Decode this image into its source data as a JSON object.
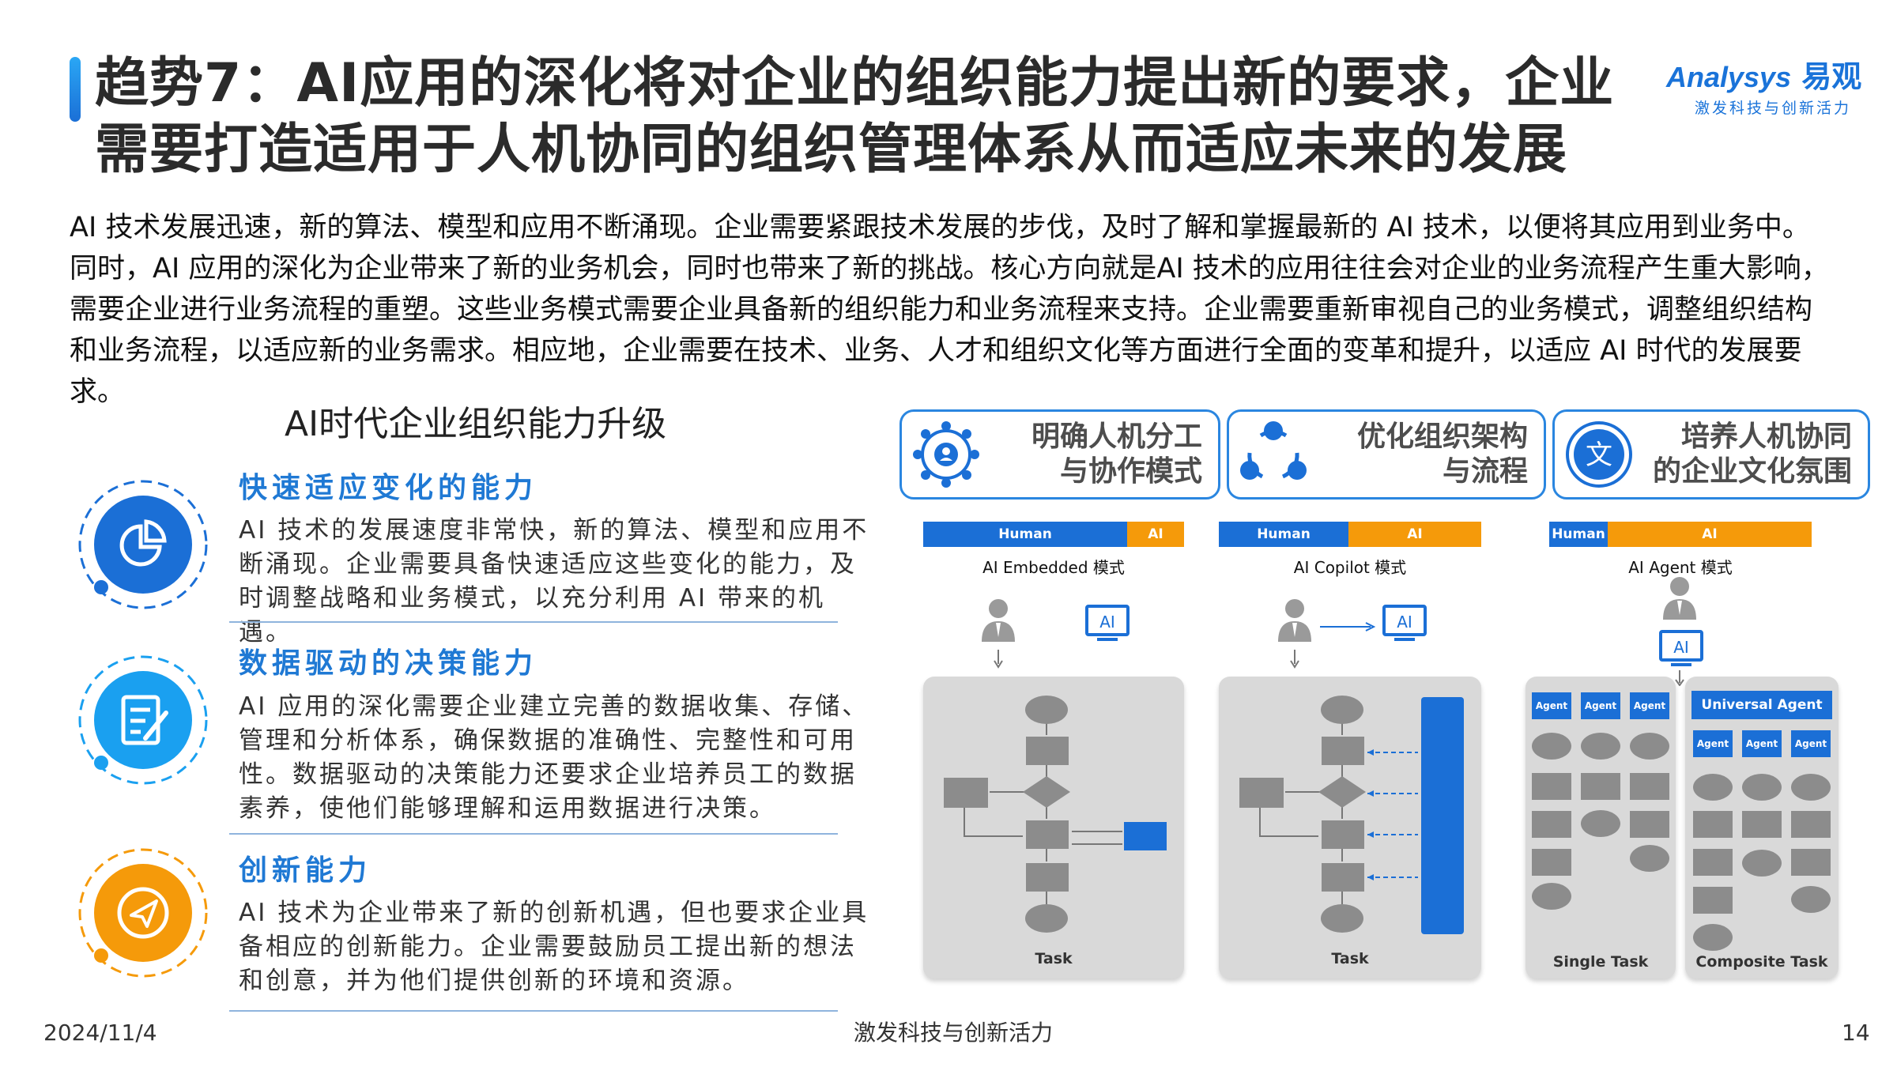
{
  "title": {
    "line1": "趋势7：AI应用的深化将对企业的组织能力提出新的要求，企业",
    "line2": "需要打造适用于人机协同的组织管理体系从而适应未来的发展"
  },
  "logo": {
    "word": "Analysys",
    "cn": "易观",
    "tagline": "激发科技与创新活力"
  },
  "intro": {
    "l1": "AI 技术发展迅速，新的算法、模型和应用不断涌现。企业需要紧跟技术发展的步伐，及时了解和掌握最新的 AI 技术，以便将其应用到业务中。",
    "l2": "同时，AI 应用的深化为企业带来了新的业务机会，同时也带来了新的挑战。核心方向就是AI 技术的应用往往会对企业的业务流程产生重大影响，",
    "l3": "需要企业进行业务流程的重塑。这些业务模式需要企业具备新的组织能力和业务流程来支持。企业需要重新审视自己的业务模式，调整组织结构",
    "l4": "和业务流程，以适应新的业务需求。相应地，企业需要在技术、业务、人才和组织文化等方面进行全面的变革和提升，以适应 AI 时代的发展要",
    "l5": "求。"
  },
  "left_panel": {
    "heading": "AI时代企业组织能力升级",
    "capabilities": [
      {
        "title": "快速适应变化的能力",
        "lines": [
          "AI 技术的发展速度非常快，新的算法、模型和应用不",
          "断涌现。企业需要具备快速适应这些变化的能力，及",
          "时调整战略和业务模式，以充分利用 AI 带来的机遇。"
        ],
        "icon": "pie-chart-icon",
        "color": "#1b6fd6"
      },
      {
        "title": "数据驱动的决策能力",
        "lines": [
          "AI 应用的深化需要企业建立完善的数据收集、存储、",
          "管理和分析体系，确保数据的准确性、完整性和可用",
          "性。数据驱动的决策能力还要求企业培养员工的数据",
          "素养，使他们能够理解和运用数据进行决策。"
        ],
        "icon": "document-edit-icon",
        "color": "#1aa0f0"
      },
      {
        "title": "创新能力",
        "lines": [
          "AI 技术为企业带来了新的创新机遇，但也要求企业具",
          "备相应的创新能力。企业需要鼓励员工提出新的想法",
          "和创意，并为他们提供创新的环境和资源。"
        ],
        "icon": "paper-plane-icon",
        "color": "#f59a0a"
      }
    ]
  },
  "right_panel": {
    "headers": [
      {
        "l1": "明确人机分工",
        "l2": "与协作模式",
        "icon": "network-people-icon"
      },
      {
        "l1": "优化组织架构",
        "l2": "与流程",
        "icon": "org-cycle-icon"
      },
      {
        "l1": "培养人机协同",
        "l2": "的企业文化氛围",
        "icon": "culture-text-icon"
      }
    ],
    "modes": [
      {
        "human": "Human",
        "ai": "AI",
        "name": "AI Embedded 模式",
        "task": "Task"
      },
      {
        "human": "Human",
        "ai": "AI",
        "name": "AI Copilot 模式",
        "task": "Task"
      },
      {
        "human": "Human",
        "ai": "AI",
        "name": "AI Agent 模式",
        "task_single": "Single Task",
        "task_composite": "Composite Task",
        "agent": "Agent",
        "universal": "Universal Agent"
      }
    ],
    "ai_label": "AI",
    "colors": {
      "blue": "#1b6fd6",
      "orange": "#f59a0a",
      "gray": "#8c8c8c",
      "panel": "#d9d9d9"
    }
  },
  "footer": {
    "date": "2024/11/4",
    "center": "激发科技与创新活力",
    "page": "14"
  }
}
